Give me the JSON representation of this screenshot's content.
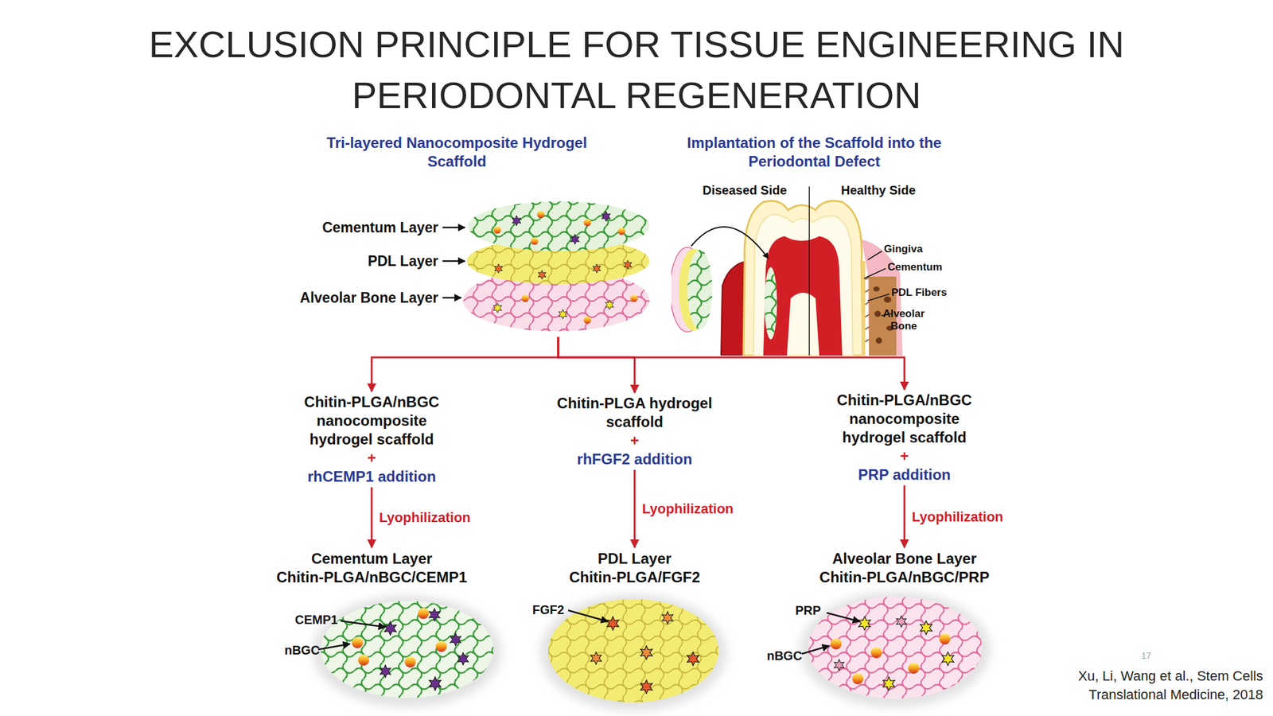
{
  "diagram": {
    "title": "EXCLUSION PRINCIPLE FOR TISSUE ENGINEERING IN PERIODONTAL REGENERATION",
    "caption": "Xu, Li, Wang et al., Stem Cells Translational Medicine, 2018",
    "nodes": [
      {
        "text": [
          "Tri-layered Nanocomposite Hydrogel Scaffold"
        ]
      },
      {
        "text": [
          "Implantation of the Scaffold into the Periodontal Defect"
        ]
      },
      {
        "text": [
          "Chitin-PLGA/nBGC nanocomposite hydrogel scaffold",
          "+",
          "rhCEMP1 addition"
        ]
      },
      {
        "text": [
          "Chitin-PLGA hydrogel scaffold",
          "+",
          "rhFGF2 addition"
        ]
      },
      {
        "text": [
          "Chitin-PLGA/nBGC nanocomposite hydrogel scaffold",
          "+",
          "PRP addition"
        ]
      },
      {
        "text": [
          "Cementum Layer",
          "Chitin-PLGA/nBGC/CEMP1"
        ]
      },
      {
        "text": [
          "PDL Layer",
          "Chitin-PLGA/FGF2"
        ]
      },
      {
        "text": [
          "Alveolar Bone Layer",
          "Chitin-PLGA/nBGC/PRP"
        ]
      }
    ],
    "edges": [
      {
        "from": 0,
        "to": 2,
        "arrow": "to"
      },
      {
        "from": 0,
        "to": 3,
        "arrow": "to"
      },
      {
        "from": 0,
        "to": 4,
        "arrow": "to"
      },
      {
        "from": 2,
        "to": 5,
        "label": "Lyophilization",
        "arrow": "to"
      },
      {
        "from": 3,
        "to": 6,
        "label": "Lyophilization",
        "arrow": "to"
      },
      {
        "from": 4,
        "to": 7,
        "label": "Lyophilization",
        "arrow": "to"
      }
    ],
    "labels": [
      "Cementum Layer",
      "PDL Layer",
      "Alveolar Bone Layer",
      "Diseased Side",
      "Healthy Side",
      "Gingiva",
      "Cementum",
      "PDL Fibers",
      "Alveolar Bone",
      "CEMP1",
      "nBGC",
      "FGF2",
      "PRP",
      "nBGC",
      "17"
    ]
  }
}
